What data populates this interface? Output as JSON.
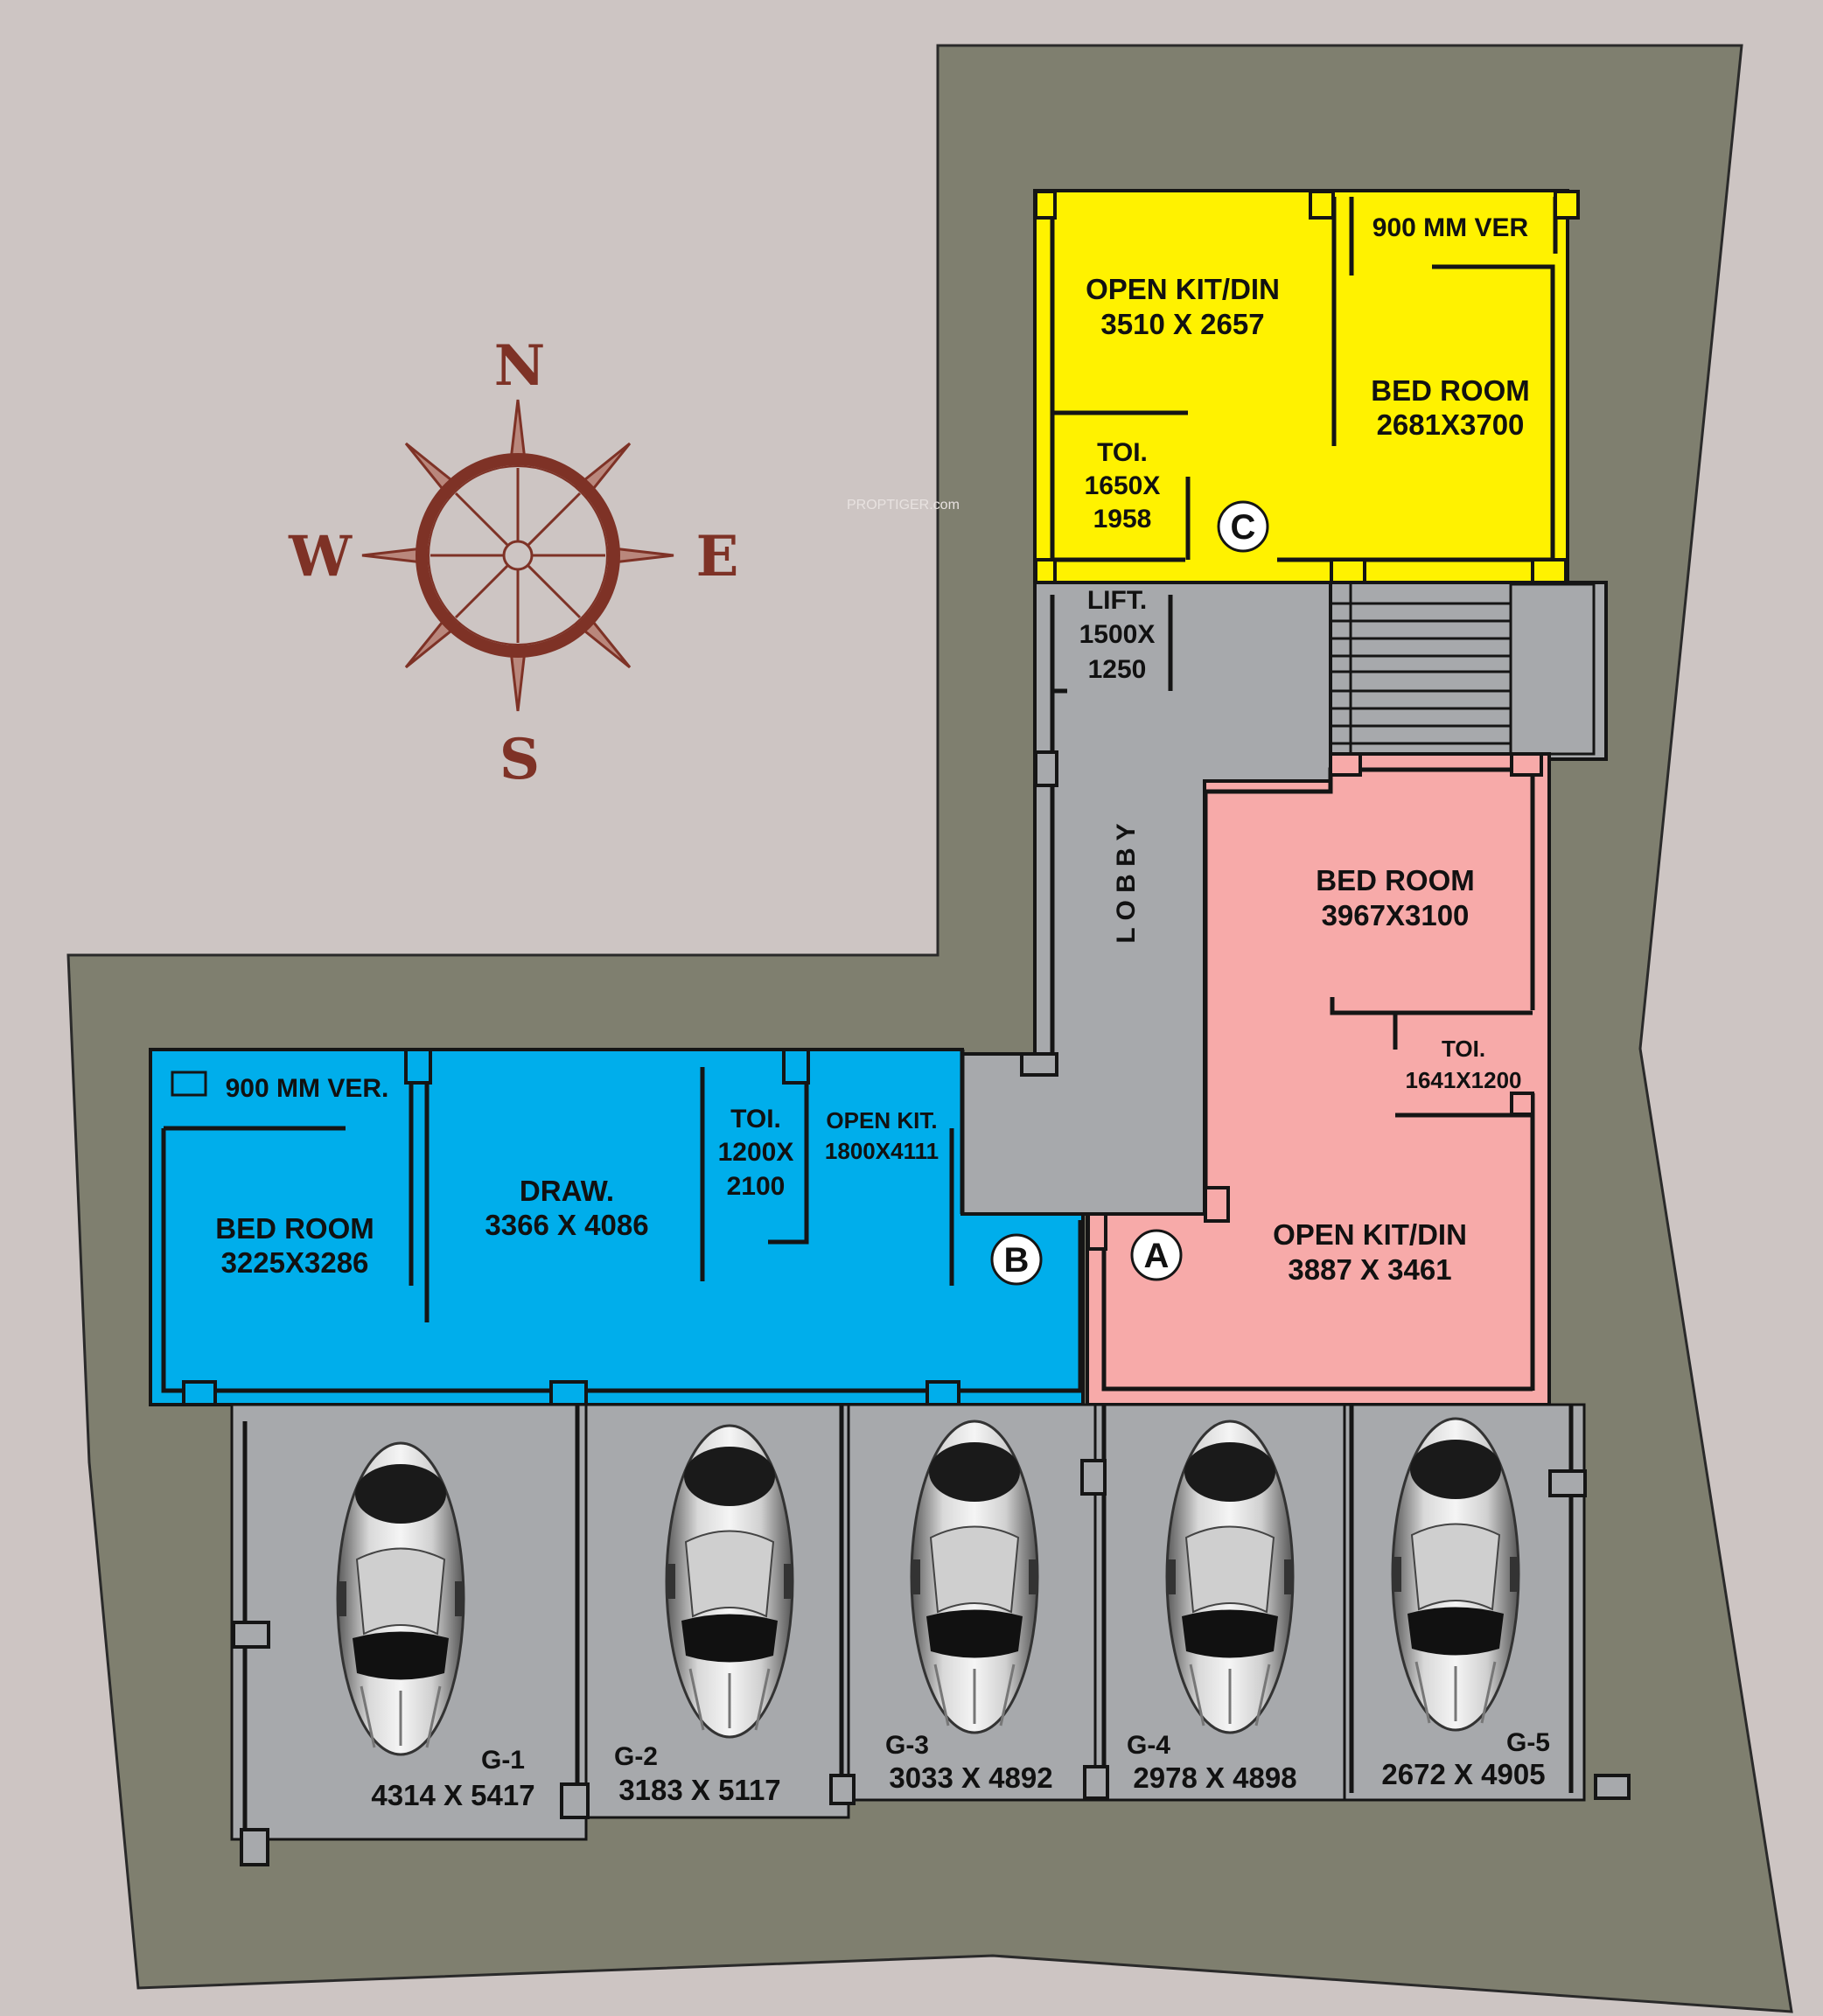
{
  "colors": {
    "background": "#cdc5c3",
    "site": "#7f7f6f",
    "unit_a": "#f7aaa9",
    "unit_b": "#00aeeb",
    "unit_c": "#fff200",
    "common": "#a7a9ac",
    "compass": "#7e3226"
  },
  "watermark": "PROPTIGER.com",
  "compass": {
    "n": "N",
    "s": "S",
    "e": "E",
    "w": "W"
  },
  "unit_c": {
    "marker": "C",
    "verandah": "900 MM VER",
    "kit_din": {
      "name": "OPEN KIT/DIN",
      "size": "3510 X 2657"
    },
    "bedroom": {
      "name": "BED ROOM",
      "size": "2681X3700"
    },
    "toilet": {
      "name": "TOI.",
      "w": "1650X",
      "h": "1958"
    }
  },
  "core": {
    "lift": {
      "name": "LIFT.",
      "w": "1500X",
      "h": "1250"
    },
    "lobby": "L O B B Y"
  },
  "unit_a": {
    "marker": "A",
    "bedroom": {
      "name": "BED ROOM",
      "size": "3967X3100"
    },
    "toilet": {
      "name": "TOI.",
      "size": "1641X1200"
    },
    "kit_din": {
      "name": "OPEN KIT/DIN",
      "size": "3887 X 3461"
    }
  },
  "unit_b": {
    "marker": "B",
    "verandah": "900 MM VER.",
    "bedroom": {
      "name": "BED ROOM",
      "size": "3225X3286"
    },
    "drawing": {
      "name": "DRAW.",
      "size": "3366 X 4086"
    },
    "toilet": {
      "name": "TOI.",
      "w": "1200X",
      "h": "2100"
    },
    "kitchen": {
      "name": "OPEN KIT.",
      "size": "1800X4111"
    }
  },
  "garages": [
    {
      "id": "G-1",
      "size": "4314 X 5417"
    },
    {
      "id": "G-2",
      "size": "3183 X 5117"
    },
    {
      "id": "G-3",
      "size": "3033 X 4892"
    },
    {
      "id": "G-4",
      "size": "2978 X 4898"
    },
    {
      "id": "G-5",
      "size": "2672 X 4905"
    }
  ]
}
